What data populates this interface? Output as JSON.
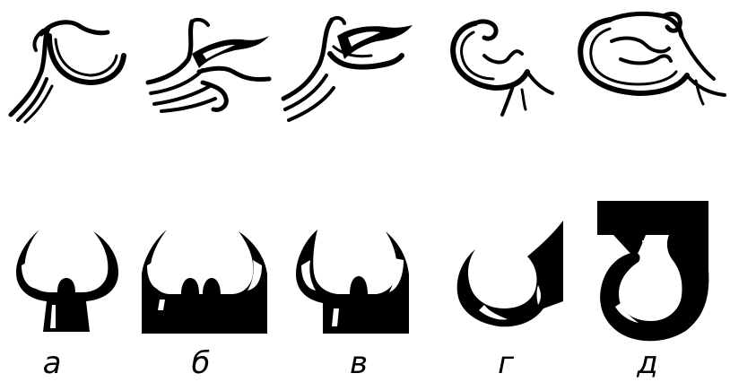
{
  "figure": {
    "labels": [
      "а",
      "б",
      "в",
      "г",
      "д"
    ]
  }
}
